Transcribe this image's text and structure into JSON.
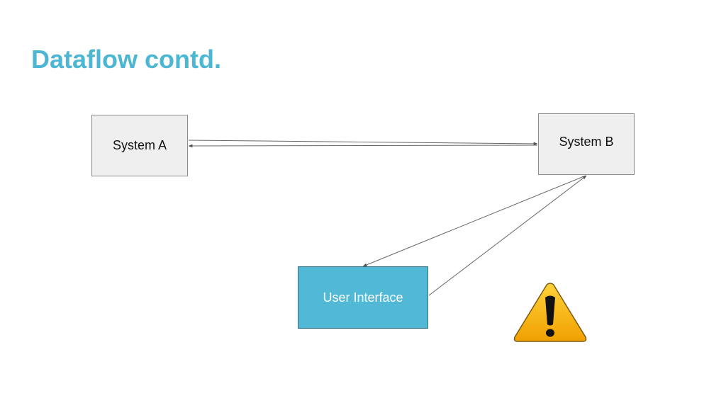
{
  "slide": {
    "title": "Dataflow contd."
  },
  "nodes": {
    "system_a": "System A",
    "system_b": "System B",
    "user_interface": "User Interface"
  },
  "icons": {
    "warning": "warning-icon"
  },
  "colors": {
    "title": "#4db6d3",
    "ui_box": "#51b8d5",
    "node_fill": "#efefef",
    "warning_fill": "#f5a800"
  }
}
